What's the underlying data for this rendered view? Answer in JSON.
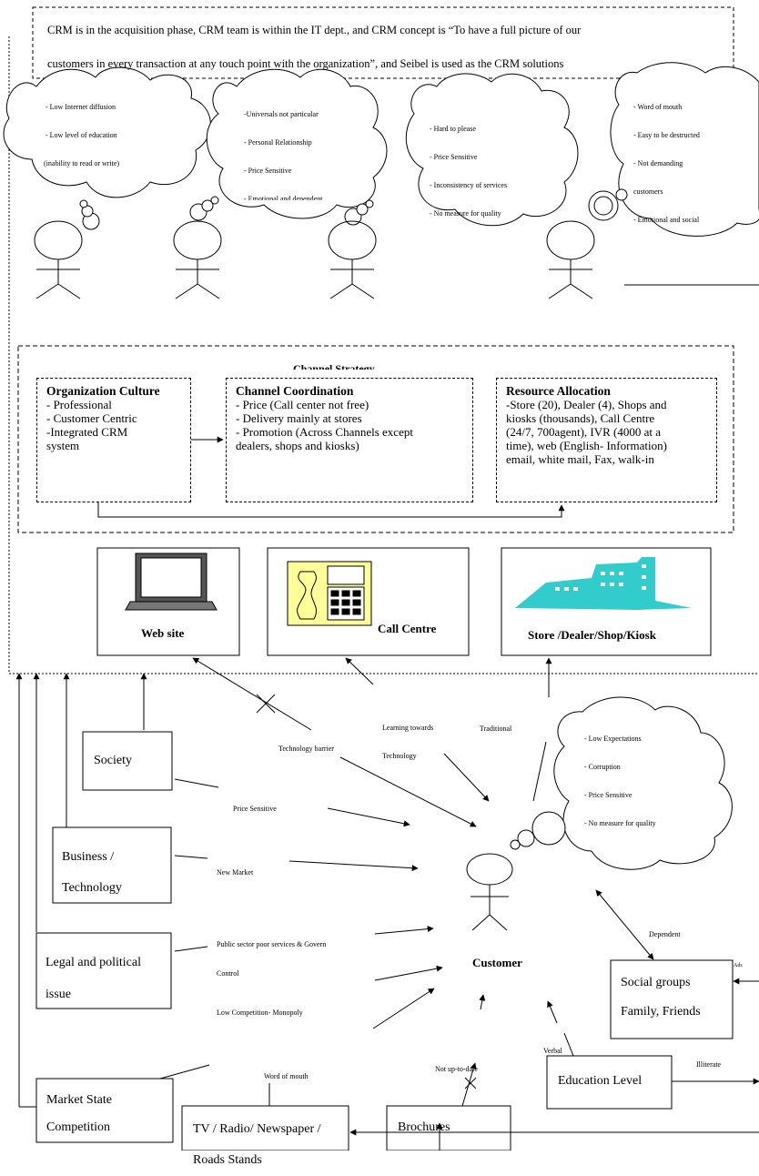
{
  "header_text": [
    "CRM is in the acquisition phase, CRM team is within the IT dept., and CRM concept is “To have a full picture of our",
    "customers in every transaction at any touch point with the organization”, and Seibel is used as the CRM solutions"
  ],
  "clouds": [
    {
      "lines": [
        "- Low Internet diffusion",
        "- Low level of education",
        "(inability to read or write)"
      ]
    },
    {
      "lines": [
        "-Universals not particular",
        "- Personal Relationship",
        "- Price Sensitive",
        "- Emotional and dependent"
      ]
    },
    {
      "lines": [
        "- Hard to please",
        "- Price Sensitive",
        "- Inconsistency of services",
        "- No measure for quality"
      ]
    },
    {
      "lines": [
        "- Word of mouth",
        "- Easy to be destructed",
        "- Not demanding",
        "customers",
        "- Emotional and social"
      ]
    }
  ],
  "strategy_title": "Channel Strategy",
  "strategy": [
    {
      "title": "Organization Culture",
      "lines": [
        "- Professional",
        "- Customer Centric",
        "-Integrated CRM",
        "system"
      ]
    },
    {
      "title": "Channel Coordination",
      "lines": [
        "- Price (Call center not free)",
        "- Delivery mainly at stores",
        "- Promotion (Across Channels except",
        "dealers, shops and kiosks)"
      ]
    },
    {
      "title": "Resource Allocation",
      "lines": [
        "-Store (20), Dealer (4), Shops and",
        "kiosks (thousands), Call Centre",
        "(24/7, 700agent), IVR (4000 at a",
        "time), web (English- Information)",
        "email, white mail, Fax, walk-in"
      ]
    }
  ],
  "channels": {
    "web": "Web site",
    "call": "Call Centre",
    "store": "Store /Dealer/Shop/Kiosk"
  },
  "arrow_labels": {
    "learning": [
      "Learning towards",
      "Technology"
    ],
    "traditional": "Traditional",
    "tech_barrier": "Technology barrier",
    "price_sensitive": "Price Sensitive",
    "new_market": "New Market",
    "public_sector": [
      "Public sector poor services & Govern",
      "Control"
    ],
    "low_competition": "Low Competition- Monopoly",
    "word_of_mouth": "Word of mouth",
    "not_up_to_date": "Not up-to-date",
    "verbal": "Verbal",
    "illiterate": "Illiterate",
    "dependent": "Dependent",
    "ads": "Ads"
  },
  "customer_cloud": [
    "- Low Expectations",
    "- Corruption",
    "- Price Sensitive",
    "- No measure for quality"
  ],
  "customer_label": "Customer",
  "factors": {
    "society": "Society",
    "business": [
      "Business /",
      "Technology"
    ],
    "legal": [
      "Legal and political",
      "issue"
    ],
    "market": [
      "Market State",
      "Competition"
    ],
    "tv": [
      "TV / Radio/ Newspaper /",
      "Roads Stands"
    ],
    "brochures": "Brochures",
    "education": "Education Level",
    "social": [
      "Social groups",
      "Family, Friends"
    ]
  }
}
